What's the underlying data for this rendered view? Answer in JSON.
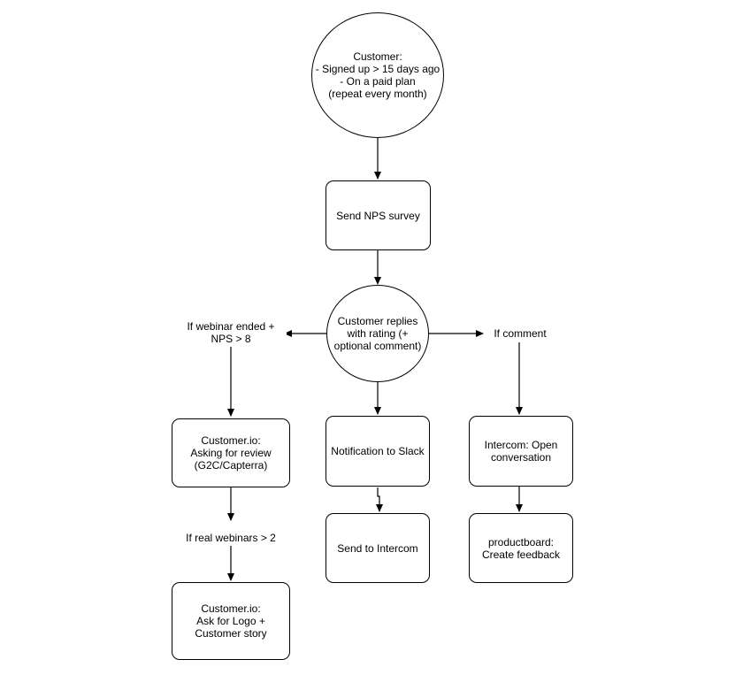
{
  "nodes": {
    "start": "Customer:\n- Signed up > 15 days ago\n- On a paid plan\n(repeat every month)",
    "send_nps": "Send NPS survey",
    "replies": "Customer replies\nwith rating (+\noptional comment)",
    "review": "Customer.io:\nAsking for review\n(G2C/Capterra)",
    "logo_story": "Customer.io:\nAsk for Logo +\nCustomer story",
    "slack": "Notification to Slack",
    "send_intercom": "Send to Intercom",
    "intercom_open": "Intercom: Open\nconversation",
    "productboard": "productboard:\nCreate feedback"
  },
  "labels": {
    "webinar": "If webinar ended +\nNPS > 8",
    "real_webinars": "If real webinars > 2",
    "comment": "If comment"
  }
}
